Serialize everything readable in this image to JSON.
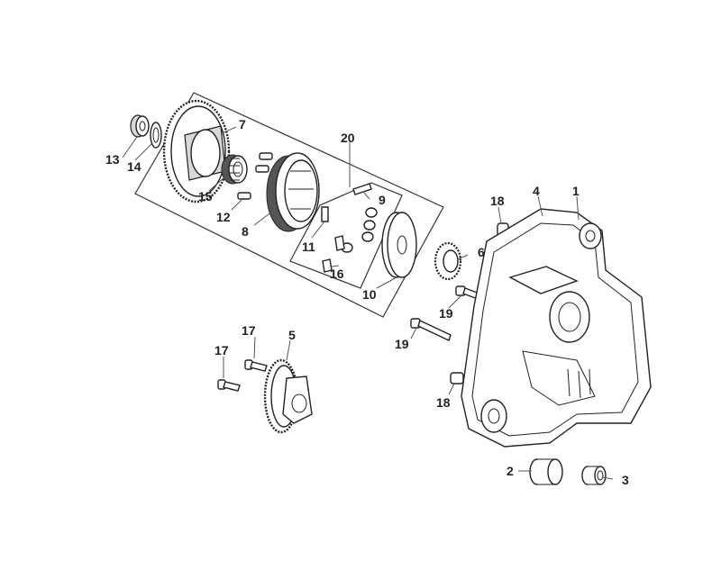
{
  "callouts": {
    "c1": "1",
    "c2": "2",
    "c3": "3",
    "c4": "4",
    "c5": "5",
    "c6": "6",
    "c7": "7",
    "c8": "8",
    "c9": "9",
    "c10": "10",
    "c11": "11",
    "c12": "12",
    "c13": "13",
    "c14": "14",
    "c15": "15",
    "c16": "16",
    "c17a": "17",
    "c17b": "17",
    "c18a": "18",
    "c18b": "18",
    "c19a": "19",
    "c19b": "19",
    "c20": "20"
  },
  "colors": {
    "line": "#222222",
    "background": "#ffffff"
  }
}
